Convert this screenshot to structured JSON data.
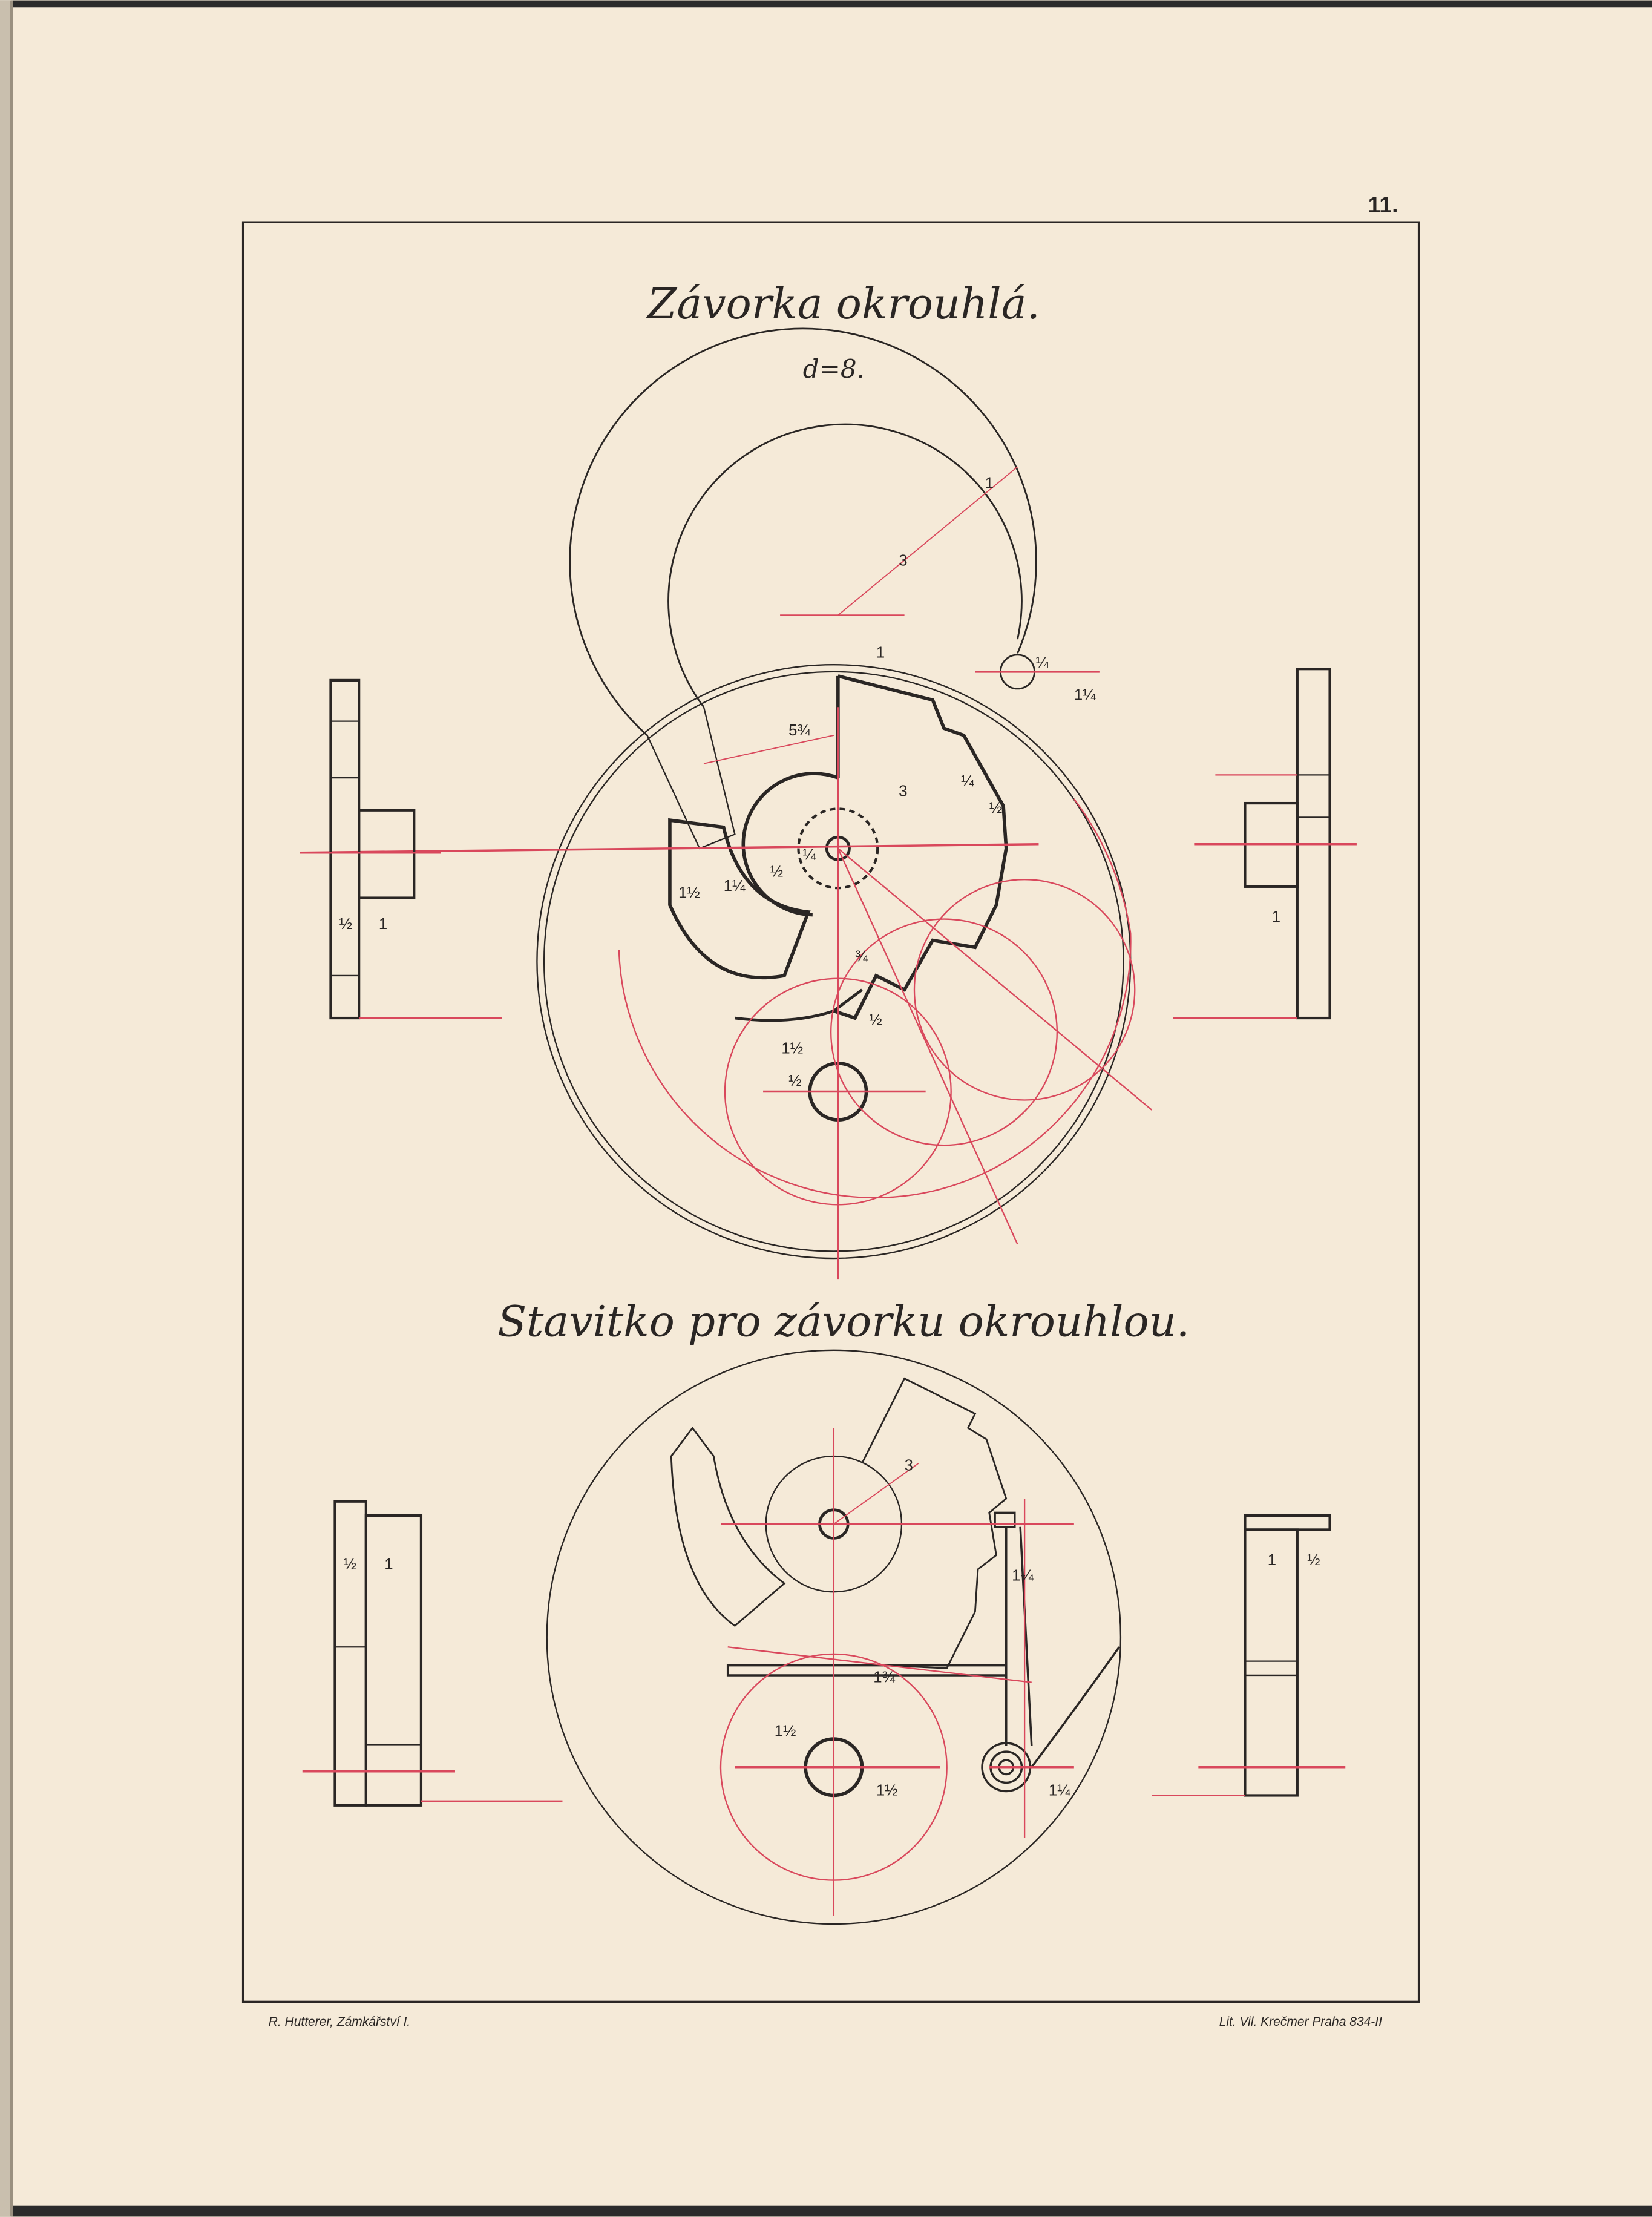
{
  "page_number": "11.",
  "plate": {
    "title_top": "Závorka okrouhlá.",
    "subtitle_top": "d=8.",
    "title_bottom": "Stavitko pro závorku okrouhlou.",
    "dimensions_top": [
      "1",
      "3",
      "5¾",
      "1",
      "¼",
      "1¼",
      "3",
      "¼",
      "½",
      "1¼",
      "½",
      "¼",
      "1½",
      "¾",
      "½",
      "1½",
      "½",
      "1",
      "½",
      "1"
    ],
    "dimensions_bottom": [
      "3",
      "1¼",
      "1¾",
      "1½",
      "1½",
      "1¼",
      "½",
      "1",
      "1",
      "½"
    ]
  },
  "footer": {
    "left": "R. Hutterer, Zámkářství I.",
    "right": "Lit. Vil. Krečmer Praha 834-II"
  },
  "colors": {
    "paper": "#f5ead8",
    "ink": "#2a2624",
    "red_ink": "#d9485c"
  }
}
